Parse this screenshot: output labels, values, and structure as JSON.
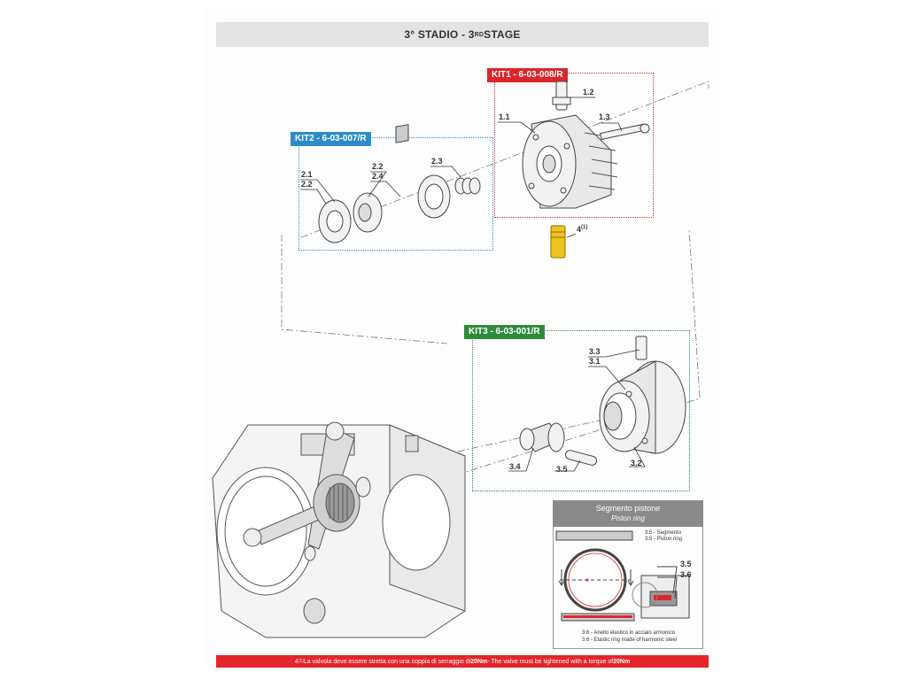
{
  "header": {
    "title_pre": "3° STADIO - 3",
    "title_sup": "RD",
    "title_post": " STAGE"
  },
  "kits": {
    "kit1": {
      "label": "KIT1 - 6-03-008/R",
      "color": "#d9262c"
    },
    "kit2": {
      "label": "KIT2 - 6-03-007/R",
      "color": "#2e8bc9"
    },
    "kit3": {
      "label": "KIT3 - 6-03-001/R",
      "color": "#2e8b3c"
    }
  },
  "labels": {
    "l11": "1.1",
    "l12": "1.2",
    "l13": "1.3",
    "l21": "2.1",
    "l22a": "2.2",
    "l22b": "2.2",
    "l23": "2.3",
    "l24": "2.4",
    "l31": "3.1",
    "l32": "3.2",
    "l33": "3.3",
    "l34": "3.4",
    "l35": "3.5",
    "l4": "4",
    "l4sup": "(1)"
  },
  "inset": {
    "title": "Segmento pistone",
    "subtitle": "Piston ring",
    "ring_it": "3.5 - Segmento",
    "ring_en": "3.5 - Piston ring",
    "l35": "3.5",
    "l36": "3.6",
    "elastic_it": "3.6 - Anello elastico in acciaio armonico",
    "elastic_en": "3.6 - Elastic ring made of harmonic steel"
  },
  "footer": {
    "pre": "4",
    "sup": "(1)",
    "text_it": " La valvola deve essere stretta con una coppia di serraggio di ",
    "torque_it": "20Nm",
    "text_en": " - The valve must be tightened with a torque of ",
    "torque_en": "20Nm"
  }
}
